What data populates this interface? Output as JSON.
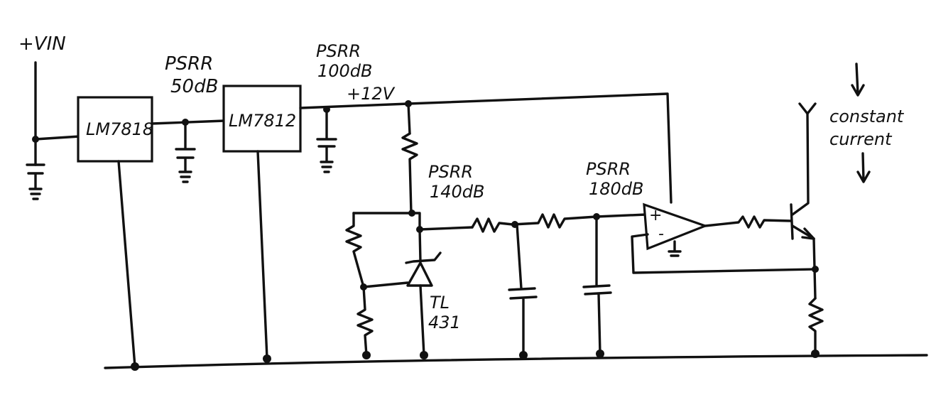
{
  "labels": {
    "vin": "+VIN",
    "reg1": "LM7818",
    "reg2": "LM7812",
    "rail": "+12V",
    "psrr1_title": "PSRR",
    "psrr1_value": "50dB",
    "psrr2_title": "PSRR",
    "psrr2_value": "100dB",
    "psrr3_title": "PSRR",
    "psrr3_value": "140dB",
    "psrr4_title": "PSRR",
    "psrr4_value": "180dB",
    "tl_line1": "TL",
    "tl_line2": "431",
    "opamp_plus": "+",
    "opamp_minus": "-",
    "note_line1": "constant",
    "note_line2": "current"
  }
}
